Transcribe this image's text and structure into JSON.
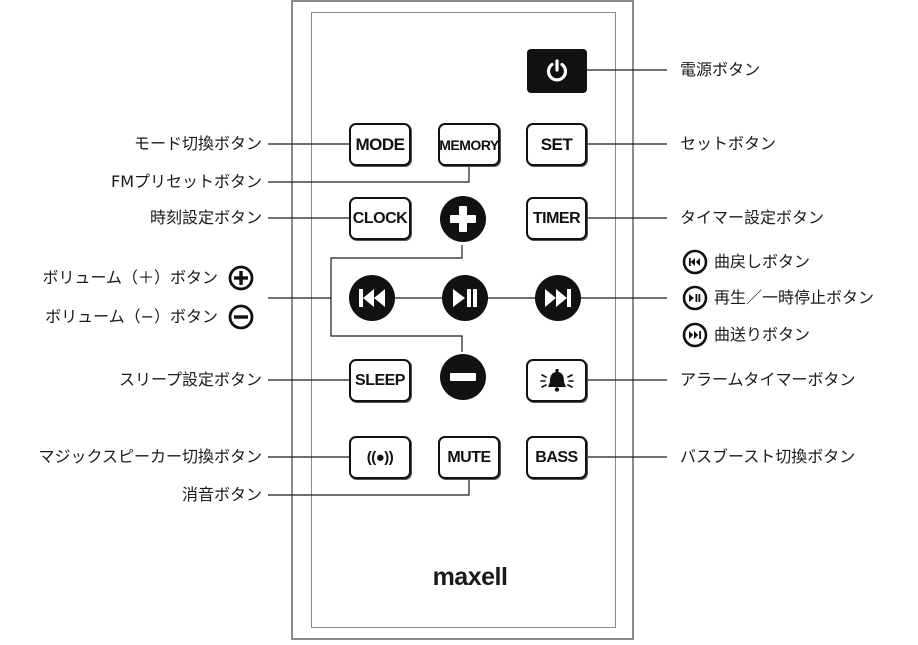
{
  "remote": {
    "brand": "maxell",
    "buttons": {
      "mode": "MODE",
      "memory": "MEMORY",
      "set": "SET",
      "clock": "CLOCK",
      "timer": "TIMER",
      "sleep": "SLEEP",
      "speaker": "((●))",
      "mute": "MUTE",
      "bass": "BASS"
    }
  },
  "labels": {
    "power": "電源ボタン",
    "mode": "モード切換ボタン",
    "set": "セットボタン",
    "fm_preset": "FMプリセットボタン",
    "clock": "時刻設定ボタン",
    "timer": "タイマー設定ボタン",
    "vol_up": "ボリューム（＋）ボタン",
    "vol_down": "ボリューム（−）ボタン",
    "prev": "曲戻しボタン",
    "play_pause": "再生／一時停止ボタン",
    "next": "曲送りボタン",
    "sleep": "スリープ設定ボタン",
    "alarm": "アラームタイマーボタン",
    "magic_speaker": "マジックスピーカー切換ボタン",
    "bass_boost": "バスブースト切換ボタン",
    "mute": "消音ボタン"
  },
  "icons": {
    "power": "power-icon",
    "vol_up": "plus-icon",
    "vol_down": "minus-icon",
    "prev": "skip-back-icon",
    "play_pause": "play-pause-icon",
    "next": "skip-forward-icon",
    "alarm": "alarm-bell-icon"
  }
}
